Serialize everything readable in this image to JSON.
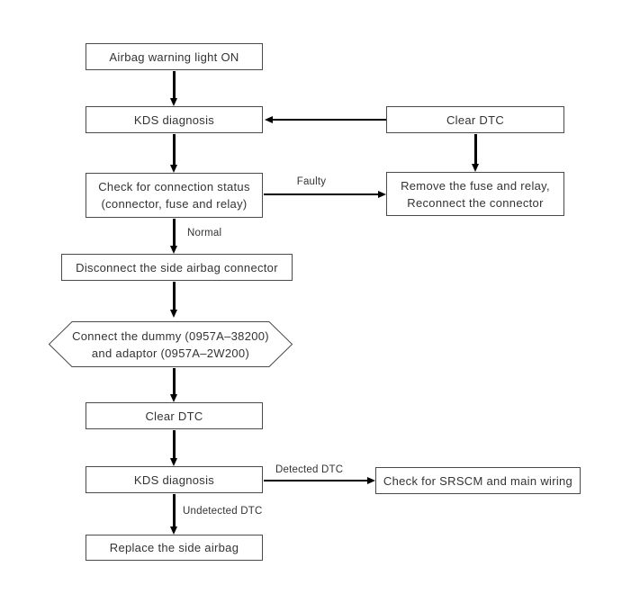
{
  "diagram": {
    "background_color": "#ffffff",
    "box_border_color": "#4a4a4a",
    "text_color": "#333333",
    "arrow_color": "#000000",
    "nodes": {
      "warning_light": {
        "label": "Airbag warning light ON",
        "shape": "rect"
      },
      "kds_diagnosis_1": {
        "label": "KDS diagnosis",
        "shape": "rect"
      },
      "clear_dtc_top": {
        "label": "Clear DTC",
        "shape": "rect"
      },
      "check_connection": {
        "line1": "Check for connection status",
        "line2": "(connector, fuse and relay)",
        "shape": "rect"
      },
      "remove_fuse": {
        "line1": "Remove the fuse and relay,",
        "line2": "Reconnect the connector",
        "shape": "rect"
      },
      "disconnect_connector": {
        "label": "Disconnect the side airbag connector",
        "shape": "rect"
      },
      "connect_dummy": {
        "line1": "Connect the dummy (0957A–38200)",
        "line2": "and adaptor (0957A–2W200)",
        "shape": "hexagon"
      },
      "clear_dtc_mid": {
        "label": "Clear DTC",
        "shape": "rect"
      },
      "kds_diagnosis_2": {
        "label": "KDS diagnosis",
        "shape": "rect"
      },
      "check_srscm": {
        "label": "Check for SRSCM and main wiring",
        "shape": "rect"
      },
      "replace_airbag": {
        "label": "Replace the side airbag",
        "shape": "rect"
      }
    },
    "edges": [
      {
        "from": "warning_light",
        "to": "kds_diagnosis_1",
        "direction": "down",
        "label": ""
      },
      {
        "from": "clear_dtc_top",
        "to": "kds_diagnosis_1",
        "direction": "left",
        "label": ""
      },
      {
        "from": "kds_diagnosis_1",
        "to": "check_connection",
        "direction": "down",
        "label": ""
      },
      {
        "from": "clear_dtc_top",
        "to": "remove_fuse",
        "direction": "down",
        "label": ""
      },
      {
        "from": "check_connection",
        "to": "remove_fuse",
        "direction": "right",
        "label": "Faulty"
      },
      {
        "from": "check_connection",
        "to": "disconnect_connector",
        "direction": "down",
        "label": "Normal"
      },
      {
        "from": "disconnect_connector",
        "to": "connect_dummy",
        "direction": "down",
        "label": ""
      },
      {
        "from": "connect_dummy",
        "to": "clear_dtc_mid",
        "direction": "down",
        "label": ""
      },
      {
        "from": "clear_dtc_mid",
        "to": "kds_diagnosis_2",
        "direction": "down",
        "label": ""
      },
      {
        "from": "kds_diagnosis_2",
        "to": "check_srscm",
        "direction": "right",
        "label": "Detected DTC"
      },
      {
        "from": "kds_diagnosis_2",
        "to": "replace_airbag",
        "direction": "down",
        "label": "Undetected DTC"
      }
    ]
  }
}
